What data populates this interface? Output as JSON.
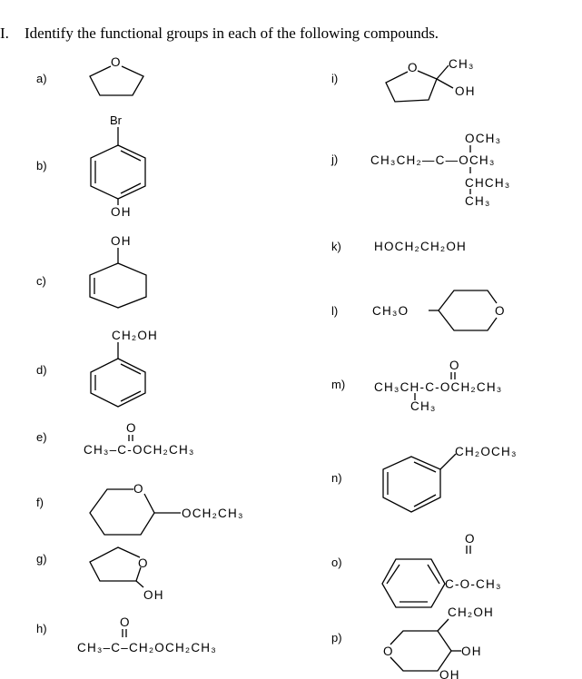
{
  "header": {
    "number": "I.",
    "title": "Identify the functional groups in each of the following compounds."
  },
  "labels": {
    "a": "a)",
    "b": "b)",
    "c": "c)",
    "d": "d)",
    "e": "e)",
    "f": "f)",
    "g": "g)",
    "h": "h)",
    "i": "i)",
    "j": "j)",
    "k": "k)",
    "l": "l)",
    "m": "m)",
    "n": "n)",
    "o": "o)",
    "p": "p)"
  },
  "compounds": {
    "a": {
      "o": "O"
    },
    "b": {
      "top": "Br",
      "bottom": "OH"
    },
    "c": {
      "top": "OH"
    },
    "d": {
      "top": "CH₂OH"
    },
    "e": {
      "o": "O",
      "main": "CH₃–C-OCH₂CH₃"
    },
    "f": {
      "o": "O",
      "sub": "OCH₂CH₃"
    },
    "g": {
      "o": "O",
      "oh": "OH"
    },
    "h": {
      "o": "O",
      "main": "CH₃–C–CH₂OCH₂CH₃"
    },
    "i": {
      "o": "O",
      "ch3": "CH₃",
      "oh": "OH"
    },
    "j": {
      "top": "OCH₃",
      "main": "CH₃CH₂—C—OCH₃",
      "mid": "CHCH₃",
      "bottom": "CH₃"
    },
    "k": {
      "main": "HOCH₂CH₂OH"
    },
    "l": {
      "sub": "CH₃O",
      "o": "O"
    },
    "m": {
      "o": "O",
      "main": "CH₃CH-C-OCH₂CH₃",
      "bottom": "CH₃"
    },
    "n": {
      "sub": "CH₂OCH₃"
    },
    "o": {
      "o": "O",
      "sub": "C-O-CH₃"
    },
    "p": {
      "o": "O",
      "top": "CH₂OH",
      "oh1": "OH",
      "oh2": "OH"
    }
  }
}
